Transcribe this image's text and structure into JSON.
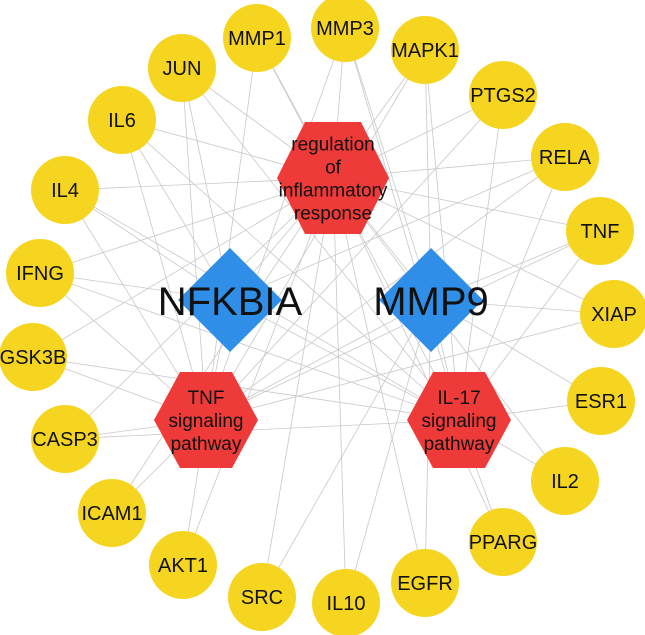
{
  "colors": {
    "gene_node": "#f5d520",
    "pathway_node": "#ef3a3a",
    "core_node": "#2f8fe8",
    "edge": "#c8c8c8",
    "text": "#111111"
  },
  "core_nodes": [
    {
      "id": "nfkbia",
      "label": "NFKBIA"
    },
    {
      "id": "mmp9",
      "label": "MMP9"
    }
  ],
  "pathway_nodes": [
    {
      "id": "inflam",
      "label_lines": [
        "regulation",
        "of",
        "inflammatory",
        "response"
      ]
    },
    {
      "id": "tnfpath",
      "label_lines": [
        "TNF",
        "signaling",
        "pathway"
      ]
    },
    {
      "id": "il17path",
      "label_lines": [
        "IL-17",
        "signaling",
        "pathway"
      ]
    }
  ],
  "gene_nodes": [
    {
      "id": "mmp1",
      "label": "MMP1",
      "icon": "circle-node"
    },
    {
      "id": "mmp3",
      "label": "MMP3",
      "icon": "circle-node"
    },
    {
      "id": "mapk1",
      "label": "MAPK1",
      "icon": "circle-node"
    },
    {
      "id": "ptgs2",
      "label": "PTGS2",
      "icon": "circle-node"
    },
    {
      "id": "rela",
      "label": "RELA",
      "icon": "circle-node"
    },
    {
      "id": "tnf",
      "label": "TNF",
      "icon": "circle-node"
    },
    {
      "id": "xiap",
      "label": "XIAP",
      "icon": "circle-node"
    },
    {
      "id": "esr1",
      "label": "ESR1",
      "icon": "circle-node"
    },
    {
      "id": "il2",
      "label": "IL2",
      "icon": "circle-node"
    },
    {
      "id": "pparg",
      "label": "PPARG",
      "icon": "circle-node"
    },
    {
      "id": "egfr",
      "label": "EGFR",
      "icon": "circle-node"
    },
    {
      "id": "il10",
      "label": "IL10",
      "icon": "circle-node"
    },
    {
      "id": "src",
      "label": "SRC",
      "icon": "circle-node"
    },
    {
      "id": "akt1",
      "label": "AKT1",
      "icon": "circle-node"
    },
    {
      "id": "icam1",
      "label": "ICAM1",
      "icon": "circle-node"
    },
    {
      "id": "casp3",
      "label": "CASP3",
      "icon": "circle-node"
    },
    {
      "id": "gsk3b",
      "label": "GSK3B",
      "icon": "circle-node"
    },
    {
      "id": "ifng",
      "label": "IFNG",
      "icon": "circle-node"
    },
    {
      "id": "il4",
      "label": "IL4",
      "icon": "circle-node"
    },
    {
      "id": "il6",
      "label": "IL6",
      "icon": "circle-node"
    },
    {
      "id": "jun",
      "label": "JUN",
      "icon": "circle-node"
    }
  ],
  "edges": [
    [
      "mmp1",
      "inflam"
    ],
    [
      "mmp3",
      "inflam"
    ],
    [
      "mapk1",
      "inflam"
    ],
    [
      "ptgs2",
      "inflam"
    ],
    [
      "rela",
      "inflam"
    ],
    [
      "tnf",
      "inflam"
    ],
    [
      "xiap",
      "inflam"
    ],
    [
      "il2",
      "inflam"
    ],
    [
      "pparg",
      "inflam"
    ],
    [
      "egfr",
      "inflam"
    ],
    [
      "il10",
      "inflam"
    ],
    [
      "src",
      "inflam"
    ],
    [
      "akt1",
      "inflam"
    ],
    [
      "icam1",
      "inflam"
    ],
    [
      "casp3",
      "inflam"
    ],
    [
      "gsk3b",
      "inflam"
    ],
    [
      "ifng",
      "inflam"
    ],
    [
      "il4",
      "inflam"
    ],
    [
      "il6",
      "inflam"
    ],
    [
      "jun",
      "inflam"
    ],
    [
      "mmp1",
      "tnfpath"
    ],
    [
      "mmp3",
      "tnfpath"
    ],
    [
      "mapk1",
      "tnfpath"
    ],
    [
      "ptgs2",
      "tnfpath"
    ],
    [
      "rela",
      "tnfpath"
    ],
    [
      "tnf",
      "tnfpath"
    ],
    [
      "xiap",
      "tnfpath"
    ],
    [
      "il6",
      "tnfpath"
    ],
    [
      "jun",
      "tnfpath"
    ],
    [
      "il4",
      "tnfpath"
    ],
    [
      "icam1",
      "tnfpath"
    ],
    [
      "casp3",
      "tnfpath"
    ],
    [
      "akt1",
      "tnfpath"
    ],
    [
      "gsk3b",
      "tnfpath"
    ],
    [
      "ifng",
      "tnfpath"
    ],
    [
      "mmp1",
      "il17path"
    ],
    [
      "mmp3",
      "il17path"
    ],
    [
      "mapk1",
      "il17path"
    ],
    [
      "ptgs2",
      "il17path"
    ],
    [
      "rela",
      "il17path"
    ],
    [
      "tnf",
      "il17path"
    ],
    [
      "casp3",
      "il17path"
    ],
    [
      "gsk3b",
      "il17path"
    ],
    [
      "il6",
      "il17path"
    ],
    [
      "il4",
      "il17path"
    ],
    [
      "ifng",
      "il17path"
    ],
    [
      "jun",
      "il17path"
    ],
    [
      "esr1",
      "il17path"
    ],
    [
      "il2",
      "il17path"
    ],
    [
      "pparg",
      "il17path"
    ],
    [
      "nfkbia",
      "inflam"
    ],
    [
      "nfkbia",
      "tnfpath"
    ],
    [
      "nfkbia",
      "il17path"
    ],
    [
      "mmp9",
      "inflam"
    ],
    [
      "mmp9",
      "tnfpath"
    ],
    [
      "mmp9",
      "il17path"
    ],
    [
      "mmp3",
      "mmp9"
    ],
    [
      "mapk1",
      "mmp9"
    ],
    [
      "tnf",
      "mmp9"
    ],
    [
      "xiap",
      "mmp9"
    ],
    [
      "esr1",
      "mmp9"
    ],
    [
      "il10",
      "mmp9"
    ],
    [
      "egfr",
      "mmp9"
    ],
    [
      "src",
      "mmp9"
    ],
    [
      "ifng",
      "nfkbia"
    ],
    [
      "il4",
      "nfkbia"
    ],
    [
      "il6",
      "nfkbia"
    ],
    [
      "rela",
      "nfkbia"
    ],
    [
      "jun",
      "nfkbia"
    ]
  ]
}
